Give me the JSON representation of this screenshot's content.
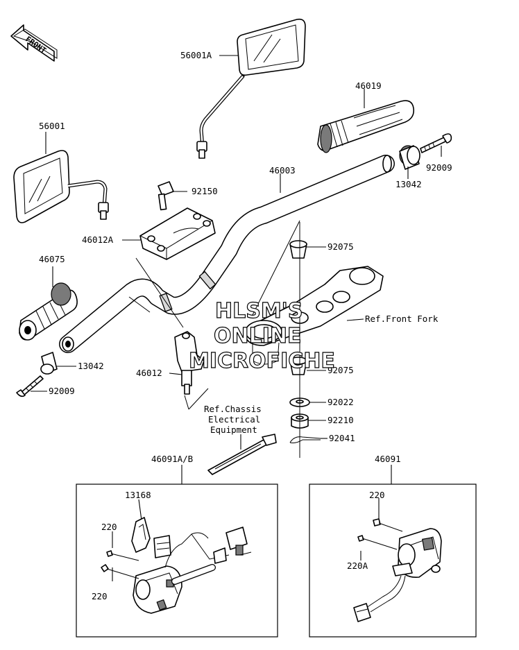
{
  "front_arrow": {
    "text": "FRONT"
  },
  "watermark": {
    "line1": "HLSM'S",
    "line2": "ONLINE",
    "line3": "MICROFICHE"
  },
  "labels": {
    "p56001A": "56001A",
    "p56001": "56001",
    "p46019": "46019",
    "p92009_top": "92009",
    "p13042_top": "13042",
    "p46003": "46003",
    "p92150": "92150",
    "p46012A": "46012A",
    "p92075_top": "92075",
    "p46075": "46075",
    "ref_front_fork": "Ref.Front Fork",
    "p13042_left": "13042",
    "p46012": "46012",
    "p92009_left": "92009",
    "p92075_bottom": "92075",
    "p92022": "92022",
    "p92210": "92210",
    "p92041": "92041",
    "ref_chassis_1": "Ref.Chassis",
    "ref_chassis_2": "Electrical",
    "ref_chassis_3": "Equipment",
    "p46091AB": "46091A/B",
    "p46091": "46091",
    "p13168": "13168",
    "p220_a": "220",
    "p220_b": "220",
    "p220_right": "220",
    "p220A": "220A"
  }
}
